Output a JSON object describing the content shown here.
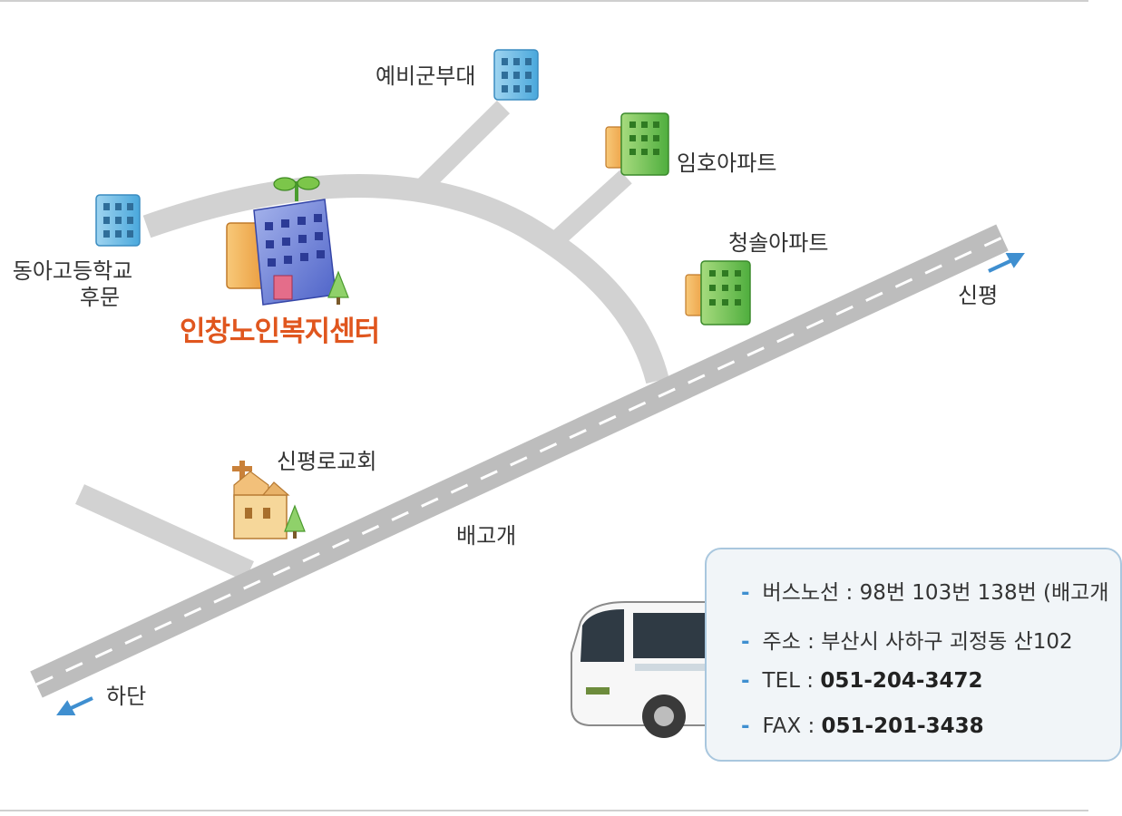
{
  "map": {
    "center_name": "인창노인복지센터",
    "landmarks": {
      "reserve_army": "예비군부대",
      "imho_apt": "임호아파트",
      "cheongsol_apt": "청솔아파트",
      "donga_school_line1": "동아고등학교",
      "donga_school_line2": "후문",
      "church": "신평로교회",
      "baegogae": "배고개",
      "sinpyeong": "신평",
      "hadan": "하단"
    }
  },
  "info": {
    "bus_label": "버스노선 : ",
    "bus_value": "98번 103번 138번 (배고개",
    "addr_label": "주소 : ",
    "addr_value": "부산시 사하구 괴정동 산102",
    "tel_label": "TEL : ",
    "tel_value": "051-204-3472",
    "fax_label": "FAX : ",
    "fax_value": "051-201-3438"
  },
  "colors": {
    "road": "#d0d0d0",
    "main_road": "#b8b8b8",
    "arrow": "#3f8fd0",
    "center_text": "#e0561e"
  }
}
